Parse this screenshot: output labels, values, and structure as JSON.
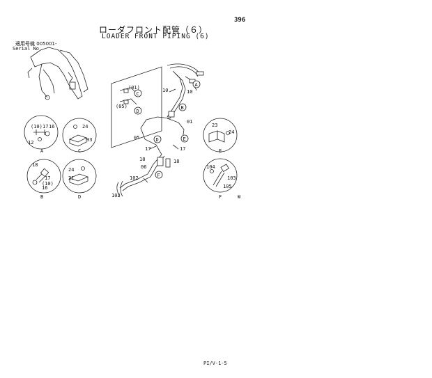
{
  "page": {
    "number": "396",
    "title_jp": "ローダフロント配管（６）",
    "title_en": "LOADER FRONT PIPING (6)",
    "serial_label_jp": "適用号機",
    "serial_value": "005001-",
    "serial_label_en": "Serial No",
    "footer": "PI/V-1-5"
  },
  "callouts": {
    "main": [
      "A",
      "B",
      "C",
      "D",
      "D",
      "E",
      "F"
    ],
    "paren_01": "(01)",
    "paren_05": "(05)"
  },
  "part_numbers": {
    "p01": "01",
    "p05": "05",
    "p06": "06",
    "p10a": "10",
    "p10b": "10",
    "p17a": "17",
    "p17b": "17",
    "p18a": "18",
    "p18b": "18",
    "p102a": "102",
    "p102b": "102"
  },
  "details": {
    "A": {
      "label": "A",
      "parts": [
        "(10)",
        "17",
        "16",
        "12"
      ]
    },
    "B": {
      "label": "B",
      "parts": [
        "18",
        "(10)",
        "17",
        "16"
      ]
    },
    "C": {
      "label": "C",
      "parts": [
        "24",
        "93"
      ]
    },
    "D": {
      "label": "D",
      "parts": [
        "24",
        "21"
      ]
    },
    "E": {
      "label": "E",
      "parts": [
        "23",
        "24"
      ]
    },
    "F": {
      "label": "F",
      "parts": [
        "104",
        "103",
        "105"
      ]
    }
  },
  "corner_mark": "⑥"
}
